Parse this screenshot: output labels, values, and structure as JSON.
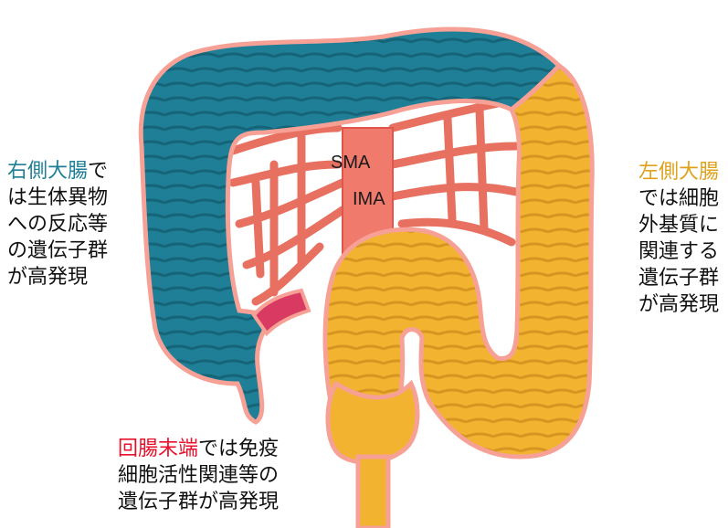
{
  "labels": {
    "sma": "SMA",
    "ima": "IMA",
    "right_colon": {
      "highlight": "右側大腸",
      "line1_rest": "で",
      "line2": "は生体異物",
      "line3": "への反応等",
      "line4": "の遺伝子群",
      "line5": "が高発現"
    },
    "left_colon": {
      "highlight": "左側大腸",
      "line2": "では細胞",
      "line3": "外基質に",
      "line4": "関連する",
      "line5": "遺伝子群",
      "line6": "が高発現"
    },
    "terminal_ileum": {
      "highlight": "回腸末端",
      "line1_rest": "では免疫",
      "line2": "細胞活性関連等の",
      "line3": "遺伝子群が高発現"
    }
  },
  "colors": {
    "right_colon": "#1e7f96",
    "left_colon": "#f2b430",
    "terminal_ileum": "#e8102a",
    "vessel": "#f07a6c",
    "ileum_segment": "#d83a62"
  }
}
